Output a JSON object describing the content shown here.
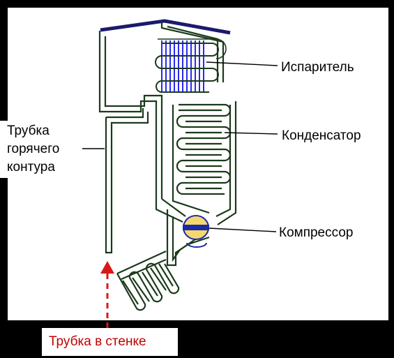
{
  "labels": {
    "evaporator": "Испаритель",
    "condenser": "Конденсатор",
    "compressor": "Компрессор",
    "hot_loop_tube": [
      "Трубка",
      "горячего",
      "контура"
    ],
    "wall_tube": "Трубка в стенке"
  },
  "colors": {
    "background": "#000000",
    "panel": "#ffffff",
    "tube_outline": "#1a3a1a",
    "tube_fill": "#eef4ee",
    "evaporator_coil": "#2a2aee",
    "top_edge": "#1a1a6e",
    "compressor_fill": "#f5d76e",
    "compressor_band": "#1a2aa8",
    "wall_arrow": "#d81818",
    "wall_text": "#c00000",
    "leader_line": "#000000"
  }
}
